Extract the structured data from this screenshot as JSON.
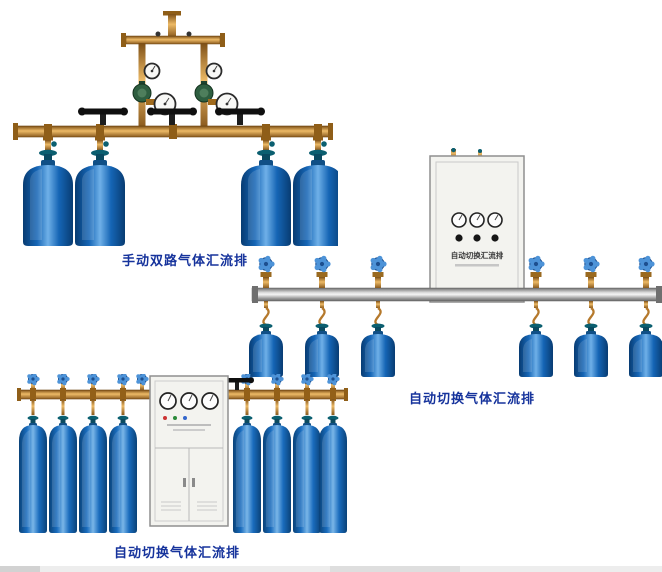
{
  "page": {
    "background": "#ffffff"
  },
  "products": [
    {
      "id": "manual-dual-manifold",
      "caption": "手动双路气体汇流排"
    },
    {
      "id": "auto-switch-manifold-wall",
      "caption": "自动切换气体汇流排",
      "cabinet_label": "自动切换汇流排"
    },
    {
      "id": "auto-switch-manifold-floor",
      "caption": "自动切换气体汇流排"
    }
  ],
  "colors": {
    "caption_text": "#16339c",
    "cylinder_blue_dark": "#083c72",
    "cylinder_blue_mid": "#1565b5",
    "cylinder_blue_light": "#6fb0e8",
    "brass_pipe": "#c08a3e",
    "valve_teal": "#0b5f70",
    "handwheel_blue": "#4d93d8",
    "handwheel_black": "#101010",
    "cabinet_body": "#f3f3ef",
    "aluminum_pipe": "#dcdcdc"
  }
}
